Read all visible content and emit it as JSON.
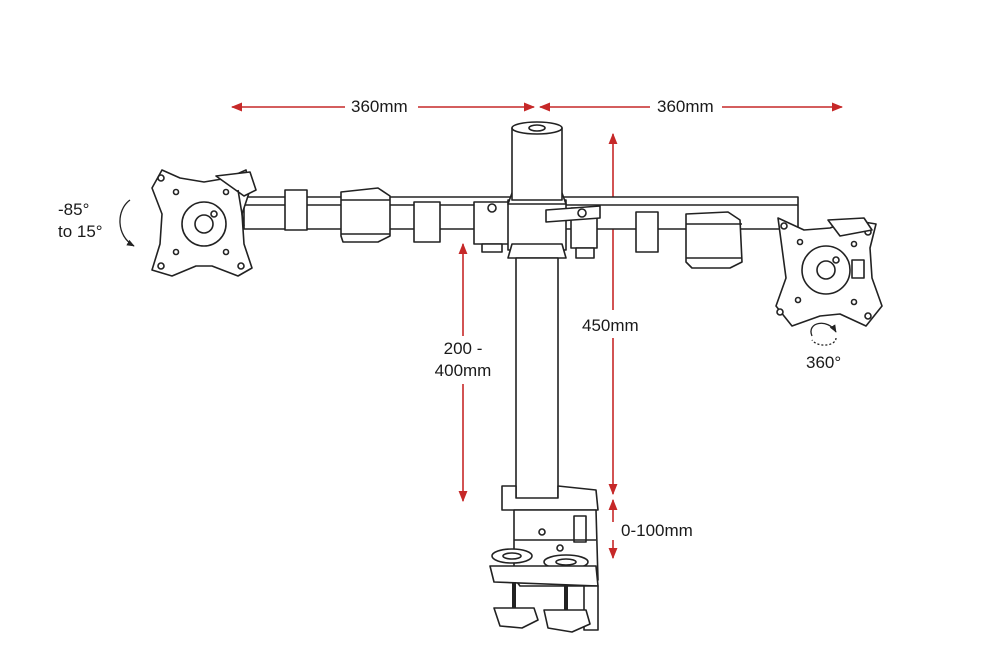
{
  "dimensions": {
    "left_arm_width": "360mm",
    "right_arm_width": "360mm",
    "pole_height": "450mm",
    "arm_height_range": [
      "200 -",
      "400mm"
    ],
    "clamp_thickness": "0-100mm"
  },
  "rotation": {
    "left_tilt": [
      "-85°",
      "to 15°"
    ],
    "right_rotation": "360°"
  },
  "colors": {
    "dimension_arrow": "#c62828",
    "line_art": "#222222",
    "text": "#1a1a1a"
  }
}
